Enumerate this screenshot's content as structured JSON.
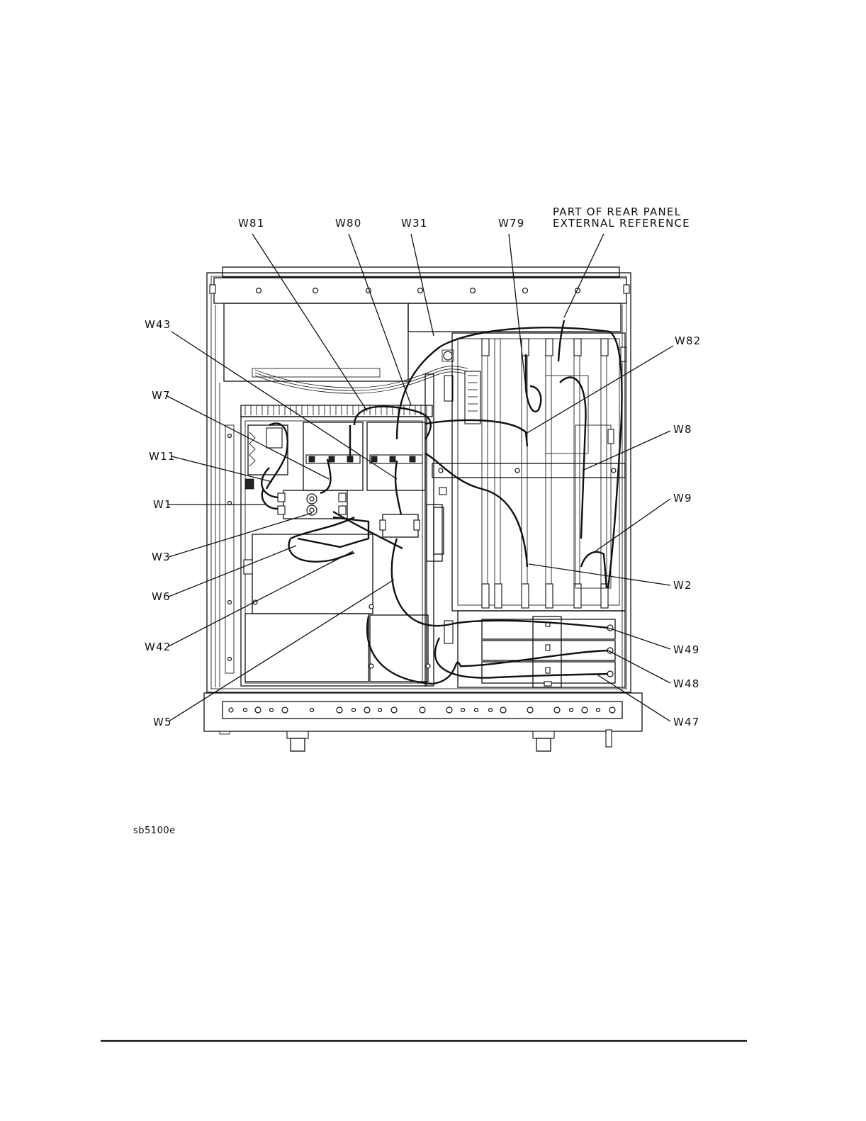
{
  "figure": {
    "id_label": "sb5100e",
    "callouts": [
      {
        "id": "w81",
        "text": "W81"
      },
      {
        "id": "w80",
        "text": "W80"
      },
      {
        "id": "w31",
        "text": "W31"
      },
      {
        "id": "w79",
        "text": "W79"
      },
      {
        "id": "rear-panel-1",
        "text": "PART OF REAR PANEL"
      },
      {
        "id": "rear-panel-2",
        "text": "EXTERNAL REFERENCE"
      },
      {
        "id": "w43",
        "text": "W43"
      },
      {
        "id": "w82",
        "text": "W82"
      },
      {
        "id": "w7",
        "text": "W7"
      },
      {
        "id": "w8",
        "text": "W8"
      },
      {
        "id": "w11",
        "text": "W11"
      },
      {
        "id": "w1",
        "text": "W1"
      },
      {
        "id": "w9",
        "text": "W9"
      },
      {
        "id": "w3",
        "text": "W3"
      },
      {
        "id": "w6",
        "text": "W6"
      },
      {
        "id": "w2",
        "text": "W2"
      },
      {
        "id": "w42",
        "text": "W42"
      },
      {
        "id": "w49",
        "text": "W49"
      },
      {
        "id": "w48",
        "text": "W48"
      },
      {
        "id": "w5",
        "text": "W5"
      },
      {
        "id": "w47",
        "text": "W47"
      }
    ]
  }
}
